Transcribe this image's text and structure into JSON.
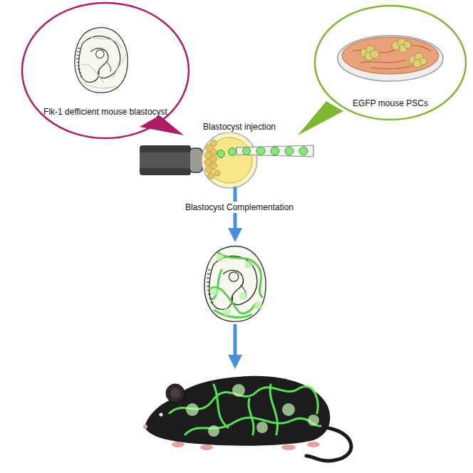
{
  "diagram": {
    "nodes": [
      {
        "text": [
          "Flk-1 defficient mouse blastocyst"
        ]
      },
      {
        "text": [
          "EGFP mouse PSCs"
        ]
      }
    ],
    "labels": [
      "Blastocyst injection",
      "Blastocyst Complementation"
    ]
  }
}
